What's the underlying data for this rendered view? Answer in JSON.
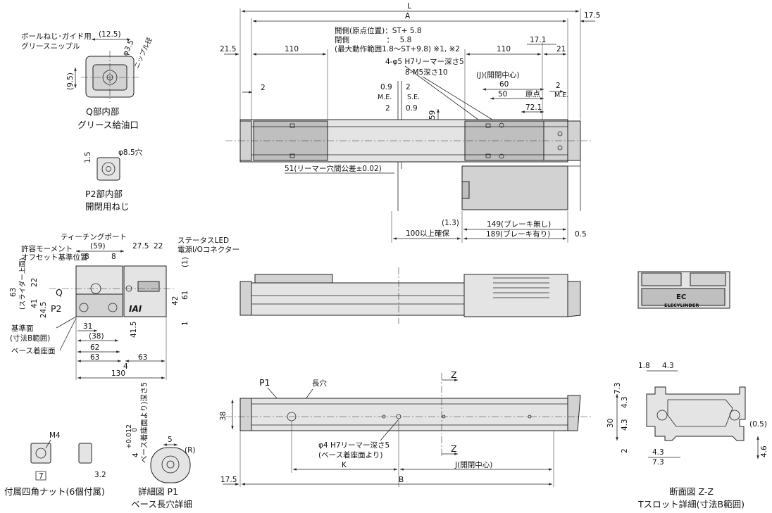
{
  "top_view": {
    "overall_L": "L",
    "overall_A": "A",
    "right_overhang": "17.5",
    "left_end": "21.5",
    "left_span": "110",
    "right_span": "110",
    "right_end": "21",
    "dim_17_1": "17.1",
    "gap_left_2": "2",
    "gap_right_2": "2",
    "note_line1": "開側(原点位置)：ST+ 5.8",
    "note_line2": "閉側　　　　　：　 5.8",
    "note_line3": "(最大動作範囲1.8～ST+9.8) ※1, ※2",
    "holes_1": "4-φ5 H7リーマー深さ5",
    "holes_2": "8-M5深さ10",
    "j_center": "(J)(開閉中心)",
    "dim_60": "60",
    "dim_50": "50",
    "dim_72_1": "72.1",
    "origin": "原点",
    "me_left": "M.E.",
    "me_right": "M.E.",
    "se": "S.E.",
    "dim_0_9a": "0.9",
    "dim_0_9b": "0.9",
    "dim_2a": "2",
    "dim_2b": "2",
    "dim_59": "59",
    "reamer_pitch": "51(リーマー穴間公差±0.02)",
    "dim_1_3": "(1.3)",
    "clearance": "100以上確保",
    "motor_149": "149(ブレーキ無し)",
    "motor_189": "189(ブレーキ有り)",
    "dim_0_5": "0.5"
  },
  "detail_q": {
    "nipple": "ボールねじ･ガイド用",
    "nipple2": "グリースニップル",
    "dim_12_5": "(12.5)",
    "dim_9_5": "(9.5)",
    "phi_3_5": "φ3.5",
    "nipple_dia": "ニップル径",
    "caption1": "Q部内部",
    "caption2": "グリース給油口"
  },
  "detail_p2": {
    "dim_1_5": "1.5",
    "phi_8_5": "φ8.5穴",
    "caption1": "P2部内部",
    "caption2": "開閉用ねじ"
  },
  "end_view": {
    "teach_port": "ティーチングポート",
    "moment_1": "許容モーメント",
    "moment_2": "オフセット基準位置",
    "led": "ステータスLED",
    "connector": "電源I/Oコネクター",
    "dim_59": "(59)",
    "dim_27_5": "27.5",
    "dim_22": "22",
    "dim_8a": "8",
    "dim_8b": "8",
    "dim_22v": "22",
    "slider_top_1": "(スライダー上面)",
    "slider_top_2": "63",
    "dim_41": "41",
    "dim_24_5": "24.5",
    "dim_42": "42",
    "dim_61": "61",
    "dim_1a": "(1)",
    "dim_1b": "1",
    "dim_41_5": "41.5",
    "label_q": "Q",
    "label_p2": "P2",
    "ref_surface": "基準面",
    "ref_surface2": "(寸法B範囲)",
    "base_seat": "ベース着座面",
    "dim_31": "31",
    "dim_38": "(38)",
    "dim_62": "62",
    "dim_63a": "63",
    "dim_4": "4",
    "dim_63b": "63",
    "dim_130": "130",
    "logo": "IAI"
  },
  "side_view": {
    "brand": "ELECYLINDER",
    "logo": "EC"
  },
  "bottom_view": {
    "label_p1": "P1",
    "slot": "長穴",
    "z_top": "Z",
    "z_bottom": "Z",
    "dim_38": "38",
    "hole_1": "φ4 H7リーマー深さ5",
    "hole_2": "(ベース着座面より)",
    "dim_K": "K",
    "dim_J": "J(開閉中心)",
    "dim_B": "B",
    "dim_17_5": "17.5"
  },
  "nut": {
    "m4": "M4",
    "dim_7": "7",
    "dim_3_2": "3.2",
    "caption": "付属四角ナット(6個付属)"
  },
  "detail_p1": {
    "dim_5": "5",
    "radius": "(R)",
    "depth_1": "4",
    "tol": "+0.012",
    "tol2": "0",
    "depth_2": "ベース着座面より)深さ5",
    "caption1": "詳細図 P1",
    "caption2": "ベース長穴詳細"
  },
  "section_zz": {
    "dim_1_8": "1.8",
    "dim_4_3a": "4.3",
    "dim_7_3a": "7.3",
    "dim_30": "30",
    "dim_4_3b": "4.3",
    "dim_4_3c": "4.3",
    "dim_2": "2",
    "dim_7_3b": "7.3",
    "dim_0_5": "(0.5)",
    "dim_4_6": "4.6",
    "caption1": "断面図 Z-Z",
    "caption2": "Tスロット詳細(寸法B範囲)"
  }
}
